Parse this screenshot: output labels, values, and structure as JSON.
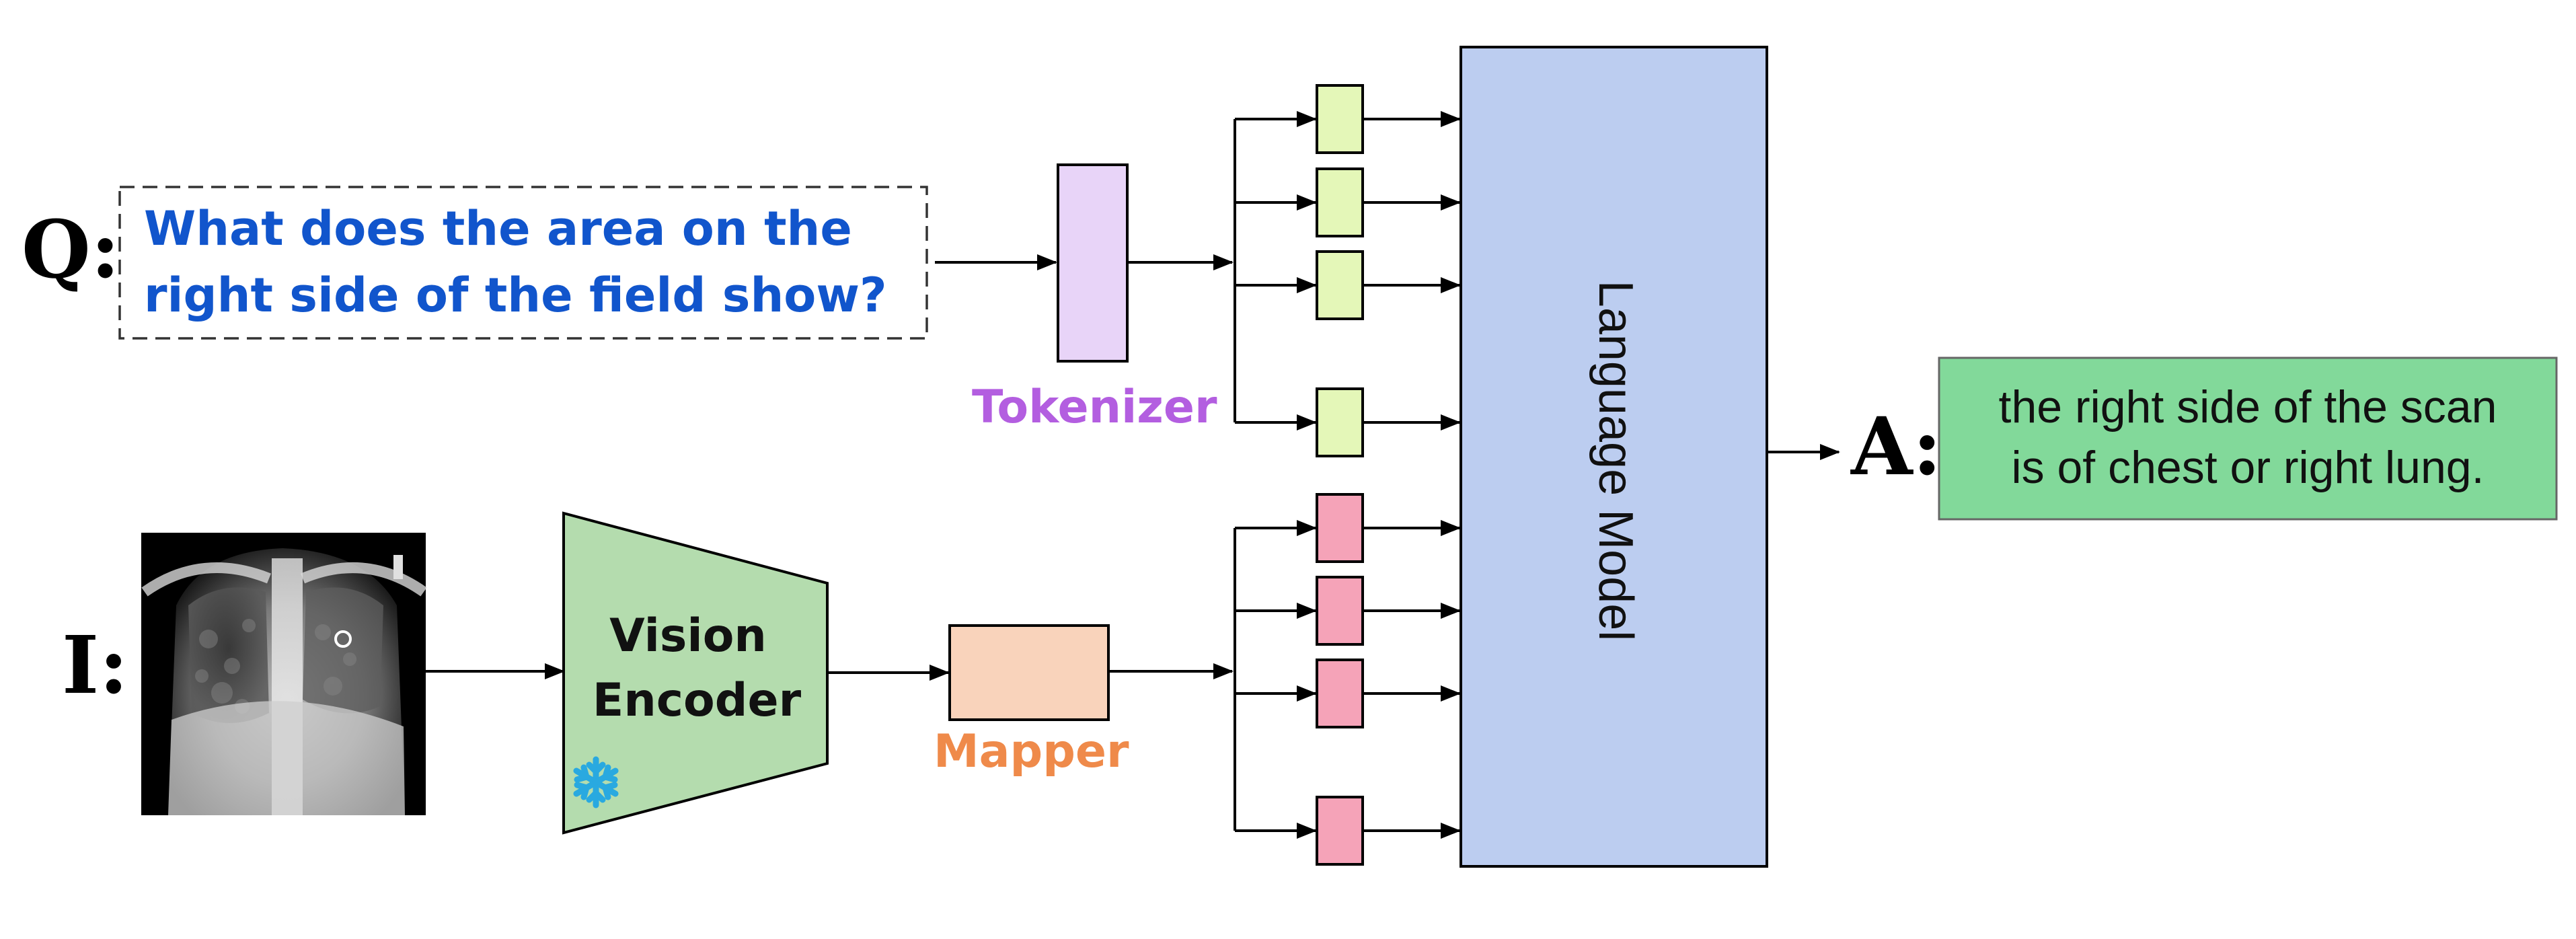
{
  "question": {
    "prefix": "Q:",
    "lines": [
      "What does the area on the",
      "right side of the field show?"
    ]
  },
  "image": {
    "prefix": "I:"
  },
  "answer": {
    "prefix": "A:",
    "lines": [
      "the right side of the scan",
      "is of chest or right lung."
    ]
  },
  "modules": {
    "tokenizer": "Tokenizer",
    "vision_encoder_lines": [
      "Vision",
      "Encoder"
    ],
    "mapper": "Mapper",
    "language_model": "Language Model"
  },
  "colors": {
    "question_text": "#1155cc",
    "tokenizer_fill": "#e8d4f8",
    "tokenizer_label": "#b35ee0",
    "text_token_fill": "#e4f7b8",
    "image_token_fill": "#f5a3b8",
    "encoder_fill": "#b4dcae",
    "mapper_fill": "#f9d3bb",
    "mapper_label": "#ef8a4a",
    "language_model_fill": "#bccdf0",
    "answer_fill": "#82d99a",
    "snowflake": "#29a9e0"
  },
  "icons": [
    "snowflake-icon",
    "chest-xray-image"
  ]
}
